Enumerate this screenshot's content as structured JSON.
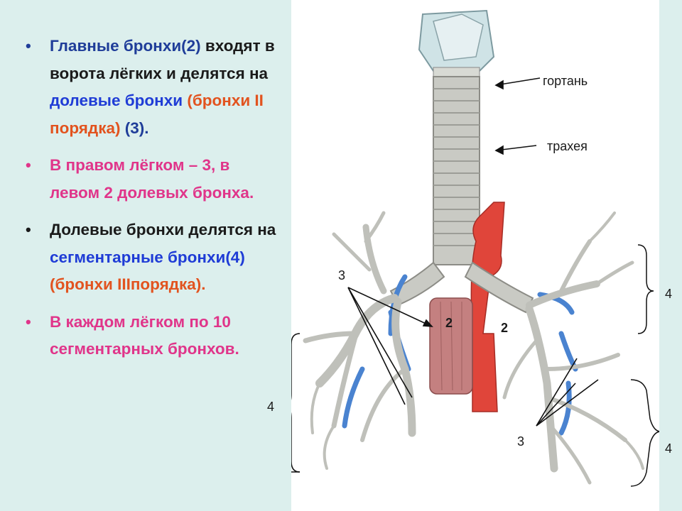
{
  "bullets": [
    {
      "marker": "•",
      "marker_color": "#1f3d99",
      "segments": [
        {
          "text": "Главные бронхи(2) ",
          "color": "#1f3d99"
        },
        {
          "text": "входят в ворота лёгких и делятся на ",
          "color": "#1a1a1a"
        },
        {
          "text": "долевые бронхи ",
          "color": "#1f3cd6"
        },
        {
          "text": "(бронхи II порядка) ",
          "color": "#e2531f"
        },
        {
          "text": "(3).",
          "color": "#1f3d99"
        }
      ]
    },
    {
      "marker": "•",
      "marker_color": "#e0358a",
      "segments": [
        {
          "text": "В правом лёгком – 3, в левом 2 долевых бронха.",
          "color": "#e0358a"
        }
      ]
    },
    {
      "marker": "•",
      "marker_color": "#1a1a1a",
      "segments": [
        {
          "text": "Долевые бронхи делятся на ",
          "color": "#1a1a1a"
        },
        {
          "text": "сегментарные бронхи(4) ",
          "color": "#1f3cd6"
        },
        {
          "text": "(бронхи IIIпорядка).",
          "color": "#e2531f"
        }
      ]
    },
    {
      "marker": "•",
      "marker_color": "#e0358a",
      "segments": [
        {
          "text": "В каждом лёгком по 10 сегментарных бронхов.",
          "color": "#e0358a"
        }
      ]
    }
  ],
  "figure": {
    "labels": {
      "larynx": "гортань",
      "trachea": "трахея"
    },
    "numbers": {
      "n3_left": "3",
      "n2_left": "2",
      "n2_right": "2",
      "n4_upper_right": "4",
      "n4_left": "4",
      "n3_right": "3",
      "n4_lower_right": "4"
    }
  },
  "colors": {
    "background": "#dcefed",
    "bronchi": "#c9cac4",
    "vessel_blue": "#4a83d0",
    "vessel_red": "#e0453a",
    "esophagus": "#c48080"
  }
}
